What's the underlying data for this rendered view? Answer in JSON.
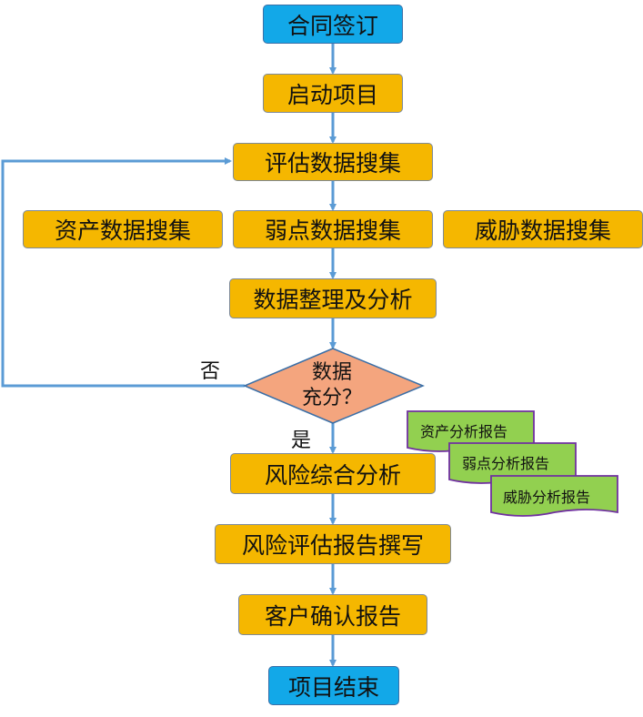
{
  "nodes": {
    "contract_signing": "合同签订",
    "project_start": "启动项目",
    "eval_data_collection": "评估数据搜集",
    "asset_data_collection": "资产数据搜集",
    "vuln_data_collection": "弱点数据搜集",
    "threat_data_collection": "威胁数据搜集",
    "data_analysis": "数据整理及分析",
    "decision_line1": "数据",
    "decision_line2": "充分？",
    "risk_analysis": "风险综合分析",
    "report_writing": "风险评估报告撰写",
    "client_confirm": "客户确认报告",
    "project_end": "项目结束"
  },
  "labels": {
    "no": "否",
    "yes": "是"
  },
  "documents": {
    "asset_report": "资产分析报告",
    "vuln_report": "弱点分析报告",
    "threat_report": "威胁分析报告"
  },
  "colors": {
    "process": "#f5b700",
    "terminal": "#12a8e8",
    "decision": "#f4a57e",
    "document": "#92d050",
    "connector": "#5b9bd5"
  }
}
